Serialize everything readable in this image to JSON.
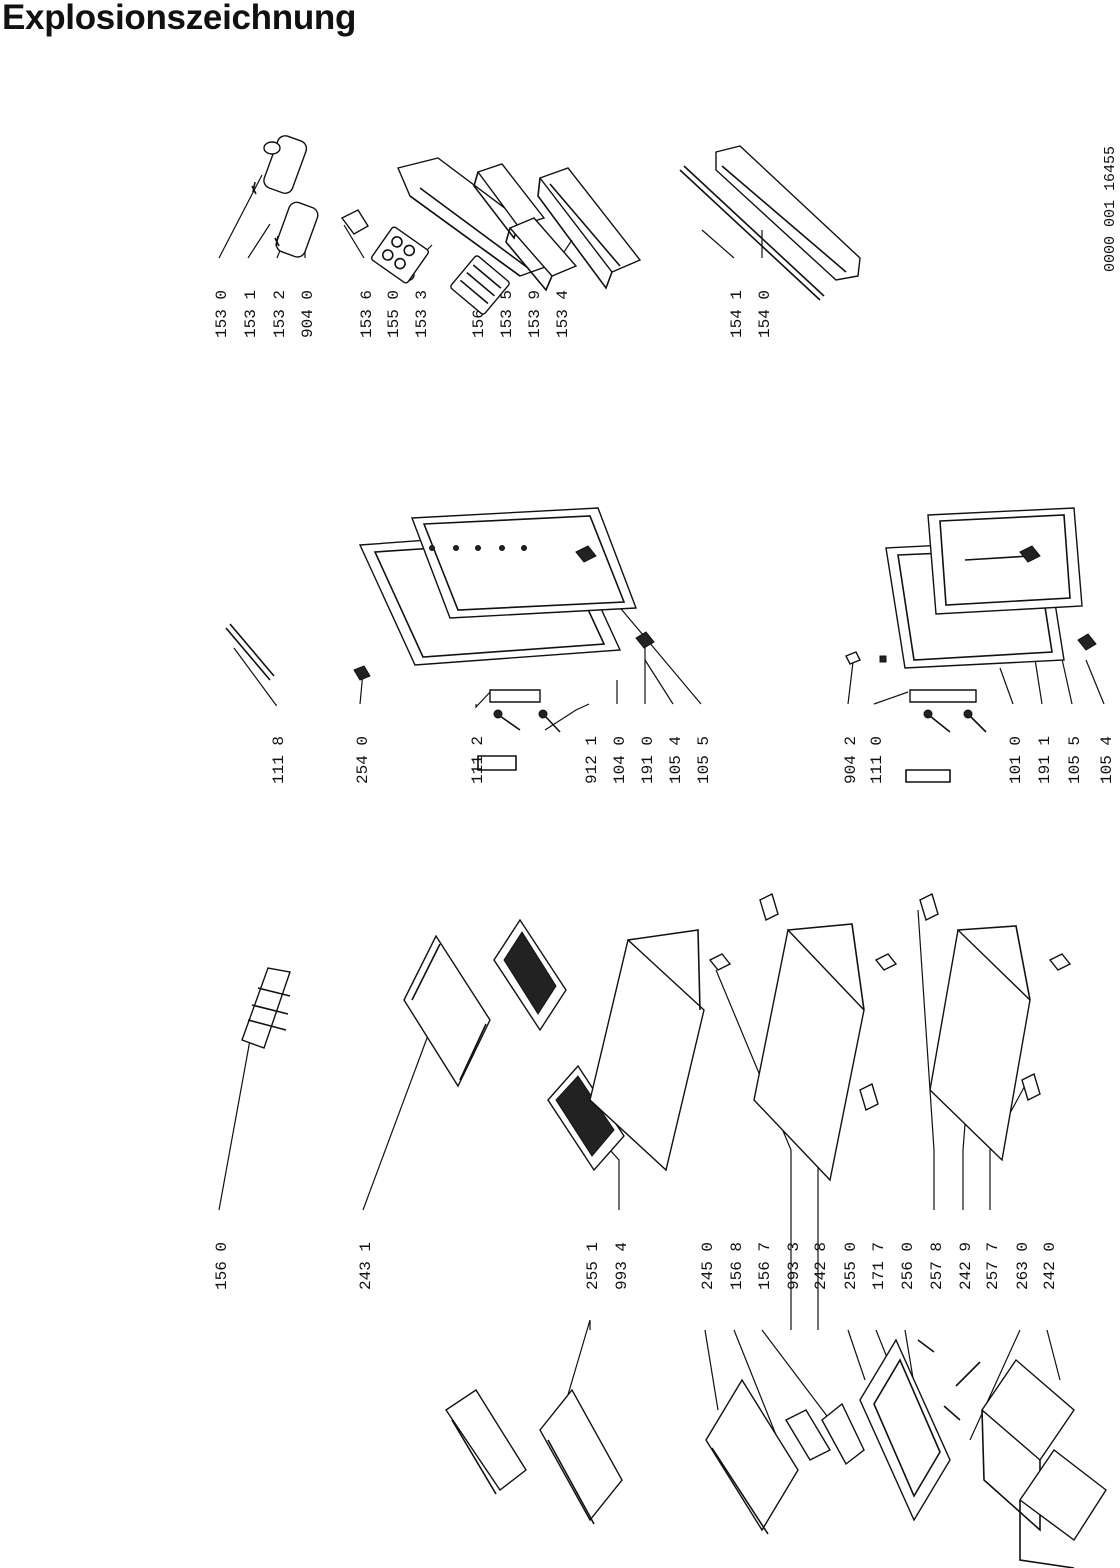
{
  "title": "Explosionszeichnung",
  "drawing_code": "0000 001 16455",
  "groups": [
    {
      "id": "door-accessories",
      "labels": [
        "153 0",
        "153 1",
        "153 2",
        "904 0",
        "153 6",
        "155 0",
        "153 3",
        "156 1",
        "153 5",
        "153 9",
        "153 4",
        "154 1",
        "154 0"
      ]
    },
    {
      "id": "door-frames",
      "labels": [
        "111 8",
        "254 0",
        "111 2",
        "912 1",
        "104 0",
        "191 0",
        "105 4",
        "105 5",
        "904 2",
        "111 0",
        "101 0",
        "191 1",
        "105 5",
        "105 4"
      ]
    },
    {
      "id": "shelves-drawers",
      "labels": [
        "156 0",
        "243 1",
        "255 1",
        "993 4",
        "245 0",
        "156 8",
        "156 7",
        "993 3",
        "242 8",
        "255 0",
        "171 7",
        "256 0",
        "257 8",
        "242 9",
        "257 7",
        "263 0",
        "242 0"
      ]
    }
  ]
}
